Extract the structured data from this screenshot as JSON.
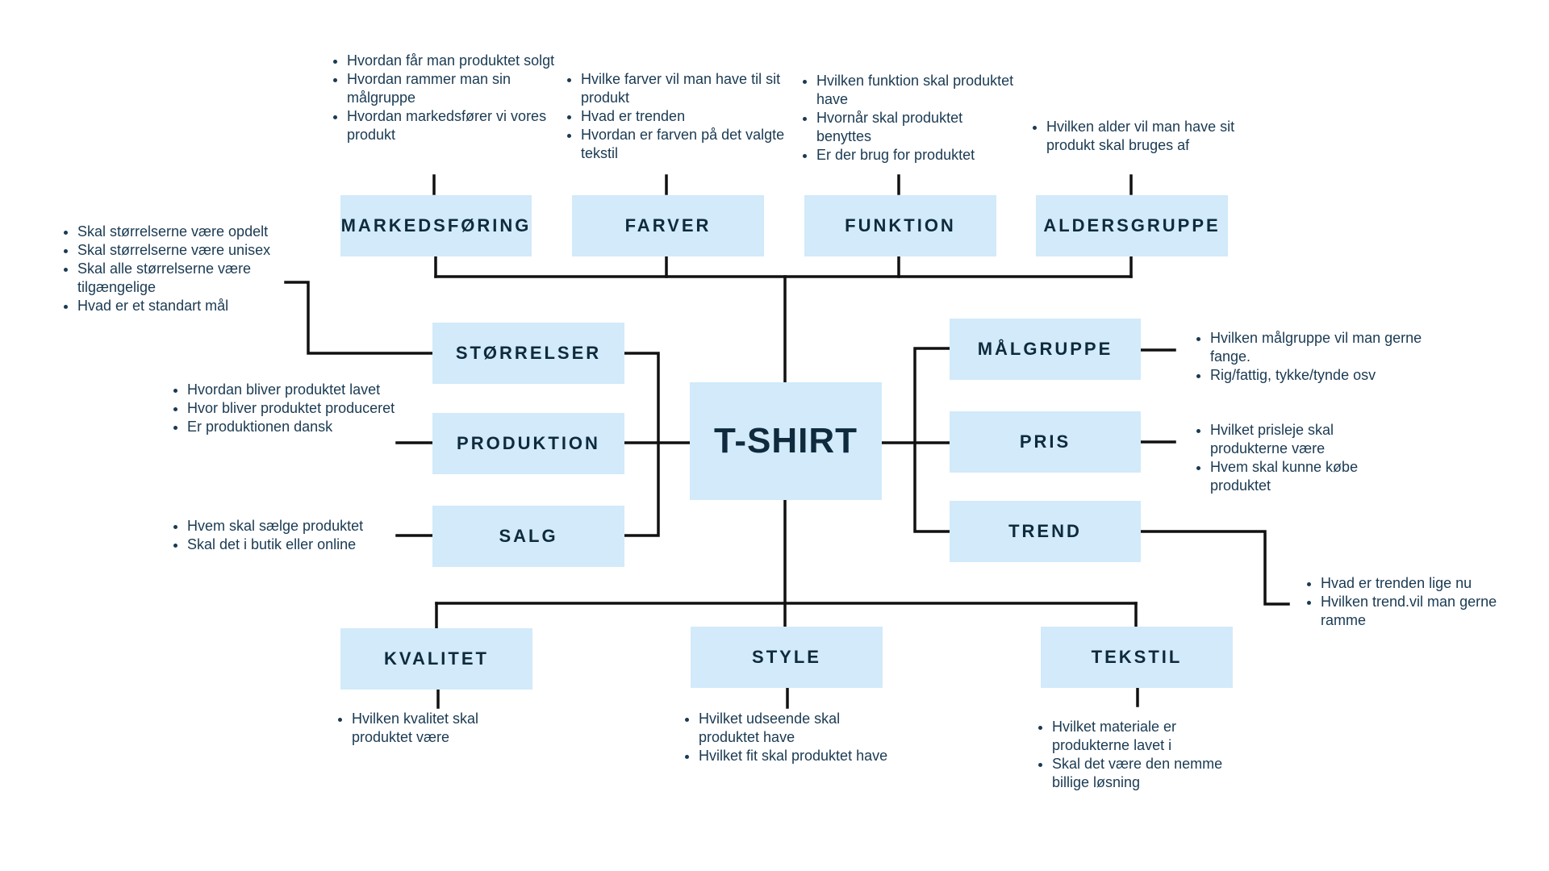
{
  "center": "T-SHIRT",
  "nodes": {
    "markedsforing": "MARKEDSFØRING",
    "farver": "FARVER",
    "funktion": "FUNKTION",
    "aldersgruppe": "ALDERSGRUPPE",
    "storrelser": "STØRRELSER",
    "produktion": "PRODUKTION",
    "salg": "SALG",
    "malgruppe": "MÅLGRUPPE",
    "pris": "PRIS",
    "trend": "TREND",
    "kvalitet": "KVALITET",
    "style": "STYLE",
    "tekstil": "TEKSTIL"
  },
  "notes": {
    "markedsforing": [
      "Hvordan får man produktet solgt",
      "Hvordan rammer man sin målgruppe",
      "Hvordan markedsfører vi vores produkt"
    ],
    "farver": [
      "Hvilke farver vil man have til sit produkt",
      "Hvad er trenden",
      "Hvordan er farven på det valgte tekstil"
    ],
    "funktion": [
      "Hvilken funktion skal produktet have",
      "Hvornår skal produktet benyttes",
      "Er der brug for produktet"
    ],
    "aldersgruppe": [
      "Hvilken alder vil man have sit produkt skal bruges af"
    ],
    "storrelser": [
      "Skal størrelserne være opdelt",
      "Skal størrelserne være unisex",
      "Skal alle størrelserne være tilgængelige",
      "Hvad er et standart mål"
    ],
    "produktion": [
      "Hvordan bliver produktet lavet",
      "Hvor bliver produktet produceret",
      "Er produktionen dansk"
    ],
    "salg": [
      "Hvem skal sælge produktet",
      "Skal det i butik eller online"
    ],
    "malgruppe": [
      "Hvilken målgruppe vil man gerne fange.",
      "Rig/fattig, tykke/tynde osv"
    ],
    "pris": [
      "Hvilket prisleje skal produkterne være",
      "Hvem skal kunne købe produktet"
    ],
    "trend": [
      "Hvad er trenden lige nu",
      "Hvilken trend.vil man gerne ramme"
    ],
    "kvalitet": [
      "Hvilken kvalitet skal produktet være"
    ],
    "style": [
      "Hvilket udseende skal produktet have",
      "Hvilket fit skal produktet have"
    ],
    "tekstil": [
      "Hvilket materiale er produkterne lavet i",
      "Skal det være den nemme billige løsning"
    ]
  },
  "colors": {
    "box": "#d2eafa",
    "line": "#111111",
    "text": "#0f2a3d"
  }
}
